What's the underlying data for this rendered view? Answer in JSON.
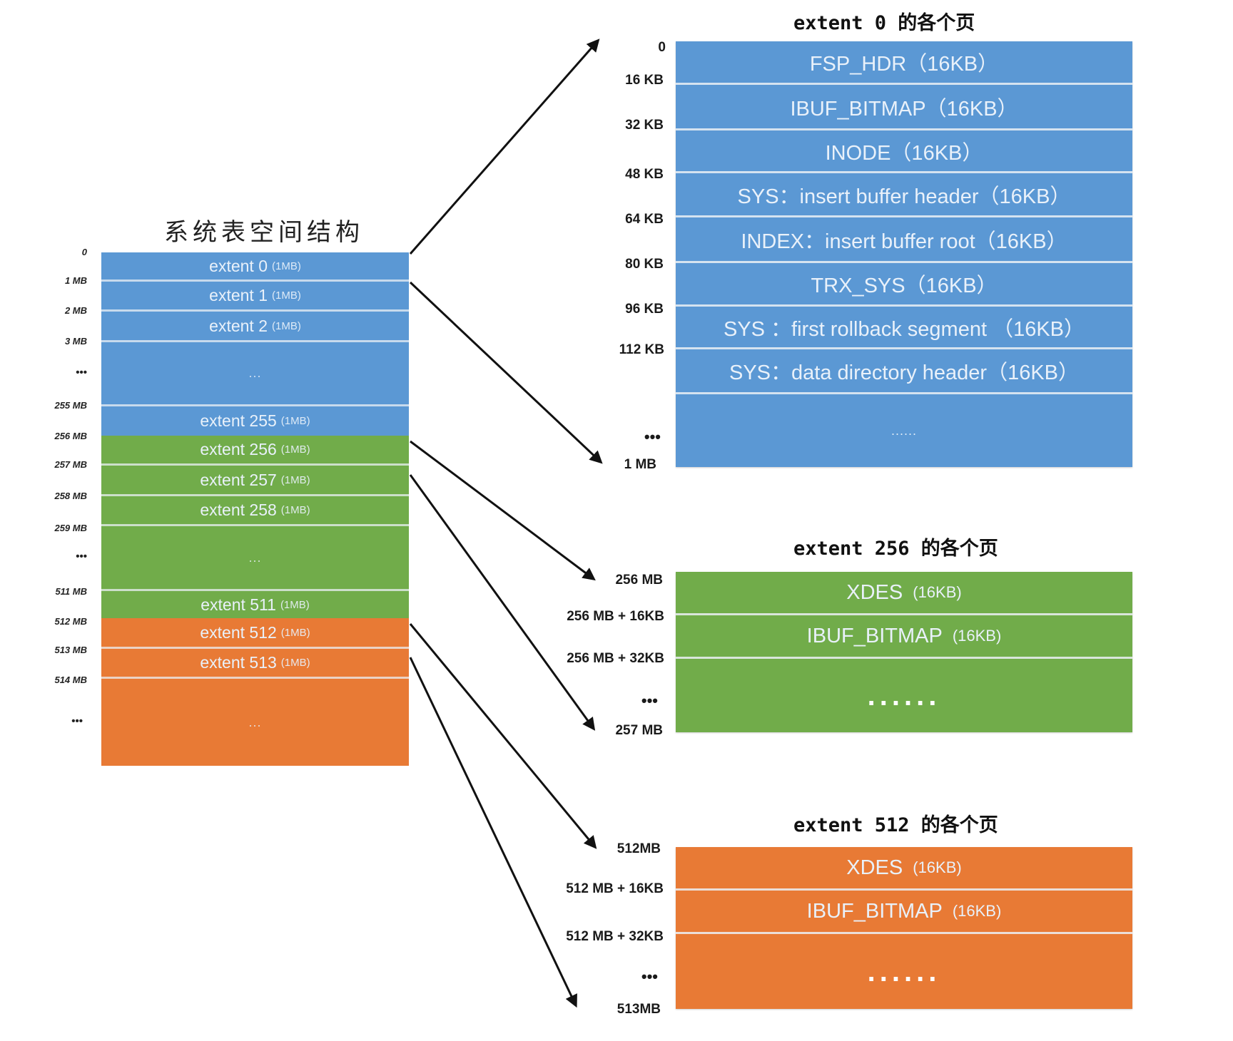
{
  "colors": {
    "blue": "#5b98d4",
    "green": "#71ac4a",
    "orange": "#e87a35",
    "arrow": "#111111"
  },
  "left": {
    "title": "系统表空间结构",
    "offsets": [
      "0",
      "1 MB",
      "2 MB",
      "3 MB",
      "•••",
      "255 MB",
      "256 MB",
      "257 MB",
      "258 MB",
      "259 MB",
      "•••",
      "511 MB",
      "512 MB",
      "513 MB",
      "514 MB",
      "•••"
    ],
    "extents": [
      {
        "name": "extent 0",
        "size": "(1MB)",
        "color": "blue"
      },
      {
        "name": "extent 1",
        "size": "(1MB)",
        "color": "blue"
      },
      {
        "name": "extent 2",
        "size": "(1MB)",
        "color": "blue"
      },
      {
        "name": "...",
        "size": "",
        "color": "blue"
      },
      {
        "name": "extent 255",
        "size": "(1MB)",
        "color": "blue"
      },
      {
        "name": "extent 256",
        "size": "(1MB)",
        "color": "green"
      },
      {
        "name": "extent 257",
        "size": "(1MB)",
        "color": "green"
      },
      {
        "name": "extent 258",
        "size": "(1MB)",
        "color": "green"
      },
      {
        "name": "...",
        "size": "",
        "color": "green"
      },
      {
        "name": "extent 511",
        "size": "(1MB)",
        "color": "green"
      },
      {
        "name": "extent 512",
        "size": "(1MB)",
        "color": "orange"
      },
      {
        "name": "extent 513",
        "size": "(1MB)",
        "color": "orange"
      },
      {
        "name": "...",
        "size": "",
        "color": "orange"
      }
    ]
  },
  "extent0": {
    "title": "extent 0 的各个页",
    "offsets": [
      "0",
      "16 KB",
      "32 KB",
      "48 KB",
      "64 KB",
      "80 KB",
      "96 KB",
      "112 KB",
      "•••",
      "1 MB"
    ],
    "pages": [
      "FSP_HDR（16KB）",
      "IBUF_BITMAP（16KB）",
      "INODE（16KB）",
      "SYS：insert buffer header（16KB）",
      "INDEX：insert buffer root（16KB）",
      "TRX_SYS（16KB）",
      "SYS ：first rollback segment （16KB）",
      "SYS：data directory header（16KB）",
      "......"
    ]
  },
  "extent256": {
    "title": "extent 256 的各个页",
    "offsets": [
      "256 MB",
      "256 MB + 16KB",
      "256 MB + 32KB",
      "•••",
      "257 MB"
    ],
    "pages": [
      {
        "name": "XDES",
        "size": "(16KB)"
      },
      {
        "name": "IBUF_BITMAP",
        "size": "(16KB)"
      },
      {
        "name": "......",
        "size": ""
      }
    ]
  },
  "extent512": {
    "title": "extent 512 的各个页",
    "offsets": [
      "512MB",
      "512 MB + 16KB",
      "512 MB + 32KB",
      "•••",
      "513MB"
    ],
    "pages": [
      {
        "name": "XDES",
        "size": "(16KB)"
      },
      {
        "name": "IBUF_BITMAP",
        "size": "(16KB)"
      },
      {
        "name": "......",
        "size": ""
      }
    ]
  }
}
